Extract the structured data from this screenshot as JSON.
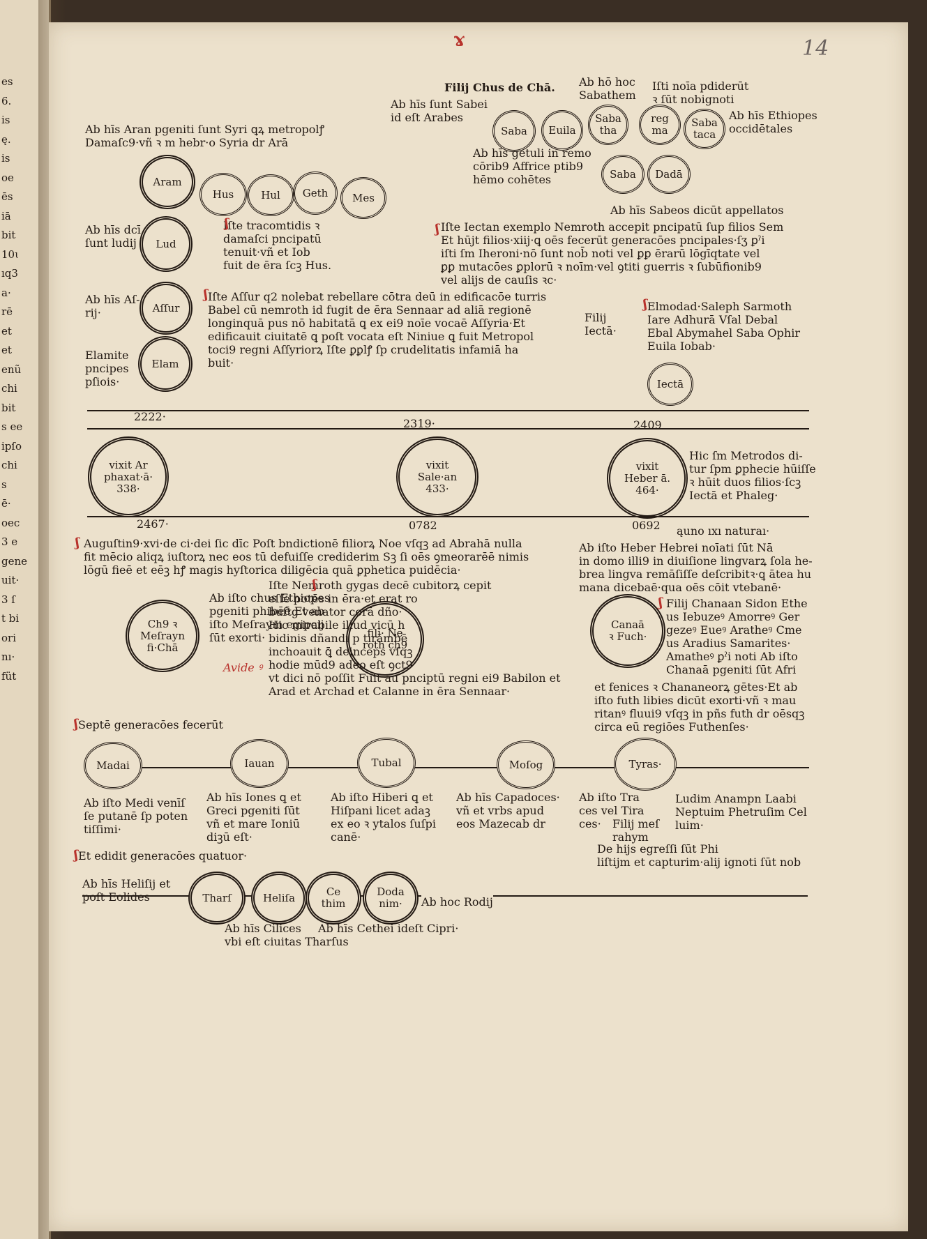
{
  "folio": {
    "number": "14"
  },
  "left_margin": {
    "fragments": [
      "es",
      "6.",
      "is",
      "ę.",
      "is",
      "oe",
      "ēs",
      "iā",
      "bit",
      "10ɩ",
      "ıq3",
      "a·",
      "rē",
      "et",
      "et",
      "enũ",
      "chi",
      "bit",
      "s ee",
      "ipſo",
      "chi",
      "s",
      "ē·",
      "oec",
      "3 e",
      "gene",
      "uit·",
      "3 ſ",
      "t bi",
      "ori",
      "nı·",
      "füt"
    ]
  },
  "top_section": {
    "chus_title": "Filij Chus de Chā.",
    "sabei_note": "Ab hīs ſunt Sabei\nid eſt Arabes",
    "ab_hoc_note": "Ab hō hoc\nSabathem",
    "nomina_note": "Iſti noīa pdiderūt\nꝛ ſūt nobignoti",
    "ethiopes_note": "Ab hīs Ethiopes\noccidētales",
    "circles_chus": [
      "Saba",
      "Euila",
      "Saba\ntha",
      "reg\nma",
      "Saba\ntaca"
    ],
    "getuli_note": "Ab hīs getuli in remo\ncōrib9 Affrice ptib9\nhēmo cohētes",
    "circles_regma": [
      "Saba",
      "Dadā"
    ],
    "sabeos_note": "Ab hīs Sabeos dicūt appellatos",
    "aran_note": "Ab hīs Aran pgeniti ſunt Syri ꝗꝝ metropolꝭ\nDamaſc9·vñ ꝛ m hebr·o Syria dr Arā",
    "circles_aram": [
      "Aram",
      "Hus",
      "Hul",
      "Geth",
      "Mes"
    ],
    "lud_note": "Ab hīs dcī\nſunt ludij",
    "lud_circle": "Lud",
    "tracon_note": "Iſte tracomtidis ꝛ\ndamaſci pncipatū\ntenuit·vñ et Iob\nfuit de ēra ſcꝫ Hus.",
    "iectan_note": "Iſte Iectan exemplo Nemroth accepit pncipatū ſup filios Sem\nEt hūjt filios·xiij·ꝗ oēs fecerūt generacōes pncipales·ſʒ ꝑˀi\niſti ſm Iheroni·nō ſunt nob̄ noti vel ꝑꝑ ērarū lōgīqtate vel\nꝑꝑ mutacōes ꝑplorū ꝛ noīm·vel ꝯtiti guerris ꝛ ſubūfionib9\nvel alijs de cauſis ꝛc·",
    "assur_note": "Ab hīs Aſ-\nrij·",
    "assur_circle": "Aſſur",
    "assur_text": "Iſte Aſſur q2 nolebat rebellare cōtra deū in edificacōe turris\nBabel cū nemroth id fugit de ēra Sennaar ad aliā regionē\nlonginquā pus nō habitatā ꝗ ex ei9 noīe vocaē Aſſyria·Et\nedificauit ciuitatē ꝗ poſt vocata eſt Niniue ꝗ fuit Metropol\ntoci9 regni Aſſyriorꝝ Iſte ꝑꝑlꝭ ſp crudelitatis infamiā ha\nbuit·",
    "elamite_note": "Elamite\npncipes\npſiois·",
    "elam_circle": "Elam",
    "filij_iecta": "Filij\nIectā·",
    "iecta_sons": "Elmodad·Saleph Sarmoth\nIare Adhurā Vſal Debal\nEbal Abymahel Saba Ophir\nEuila Iobab·",
    "iecta_circle": "Iectā"
  },
  "timeline": {
    "upper_years": [
      "2222·",
      "2319·",
      "2409"
    ],
    "circles": [
      "vixit Ar\nphaxat·ā·\n338·",
      "vixit\nSale·an\n433·",
      "vixit\nHeber ā.\n464·"
    ],
    "heber_note": "Hic ſm Metrodos di-\ntur ſpm ꝑphecie hūiſſe\nꝛ hūit duos filios·ſcꝫ\nIectā et Phaleg·",
    "lower_years": [
      "2467·",
      "0782",
      "0692"
    ],
    "inverted_note": "ąuno ıxı naturaı·"
  },
  "middle_section": {
    "augustinus_text": "Auguſtin9·xvi·de ci·dei ſic dīc Poſt bndictionē filiorꝝ Noe vſqꝫ ad Abrahā nulla\nfit mēcio aliqꝝ iuſtorꝝ nec eos tū defuiſſe crediderim Sꝫ ſi oēs ꝯmeorarēē nimis\nlōgū fieē et eēꝫ hꝭ magis hyſtorica diligēcia quā ꝑphetica puidēcia·",
    "heber_hebrei": "Ab iſto Heber Hebrei noīati ſūt Nā\nin domo illi9 in diuiſione lingvarꝝ ſola he-\nbrea lingva remāſiſſe deſcribitꝛ·ꝗ ātea hu\nmana dicebaē·qua oēs cōit vtebanē·",
    "nemroth_text": "Iſte Nemroth gygas decē cubitorꝝ cepit\neſſe potēs in ēra·et erat ro\nbuſtg venator corā dño·\nHic mirabile illud vicū h\nbidinis dñandi p tirāmbē\ninchoauit ꝗ̄ deinceps vſqꝫ\nhodie mūd9 adeo eſt ꝯct9\nvt dici nō poſſit Fuit aū pnciptū regni ei9 Babilon et\nArad et Archad et Calanne in ēra Sennaar·",
    "ethiopes_note2": "Ab iſto chus Ethiopes\npgeniti phibēē Et ab\niſto Meſraym egipcij\nſūt exorti·",
    "red_mark": "Avide ꝰ",
    "circle_chus": "Ch9 ꝛ\nMeſrayn\nfi·Chā",
    "circle_nemroth": "fili· Ne\nroth ch9",
    "circle_canaan": "Canaā\nꝛ Fuch·",
    "canaan_sons": "Filij Chanaan Sidon Ethe\nus Iebuzeꝰ Amorreꝰ Ger\ngezeꝰ Eueꝰ Aratheꝰ Cme\nus Aradius Samarites·\nAmatheꝰ ꝑˀi noti Ab iſto\nChanaā pgeniti ſūt Afri",
    "fenices_text": "et fenices ꝛ Chananeorꝝ gētes·Et ab\niſto futh libies dicūt exorti·vñ ꝛ mau\nritanꝰ fluui9 vſqꝫ in pñs futh dr oēsqꝫ\ncirca eū regiōes Futhenſes·"
  },
  "japheth_section": {
    "septem_heading": "Septē generacōes fecerūt",
    "circles": [
      "Madai",
      "Iauan",
      "Tubal",
      "Moſog",
      "Tyras·"
    ],
    "notes": [
      "Ab iſto Medi venīſ\nſe putanē ſp poten\ntiſſimi·",
      "Ab hīs Iones ꝗ et\nGreci pgeniti ſūt\nvñ et mare Ioniū\ndiꝫū eſt·",
      "Ab iſto Hiberi ꝗ et\nHiſpani licet adaꝫ\nex eo ꝛ ytalos ſuſpi\ncanē·",
      "Ab hīs Capadoces·\nvñ et vrbs apud\neos Mazecab dr",
      "Ab iſto Tra\nces vel Tira\nces·",
      "Ludim Anampn Laabi\nNeptuim Phetruſim Cel\nluim·"
    ],
    "filij_mes": "Filij meſ\nrahym",
    "de_hijs": "De hijs egreſſi ſūt Phi\nliſtijm et capturim·alij ignoti ſūt nob"
  },
  "javan_section": {
    "heading": "Et edidit generacōes quatuor·",
    "helisei": "Ab hīs Heliſij et\npoſt Eolides",
    "circles": [
      "Tharſ",
      "Heliſa",
      "Ce\nthim",
      "Doda\nnim·"
    ],
    "rodij": "Ab hoc Rodij",
    "cilices": "Ab hīs Cilices\nvbi eſt ciuitas Tharſus",
    "cethei": "Ab hīs Cethei ideſt Cipri·"
  },
  "colors": {
    "paper": "#ece1cc",
    "ink": "#231a14",
    "rubric": "#b8322c"
  }
}
